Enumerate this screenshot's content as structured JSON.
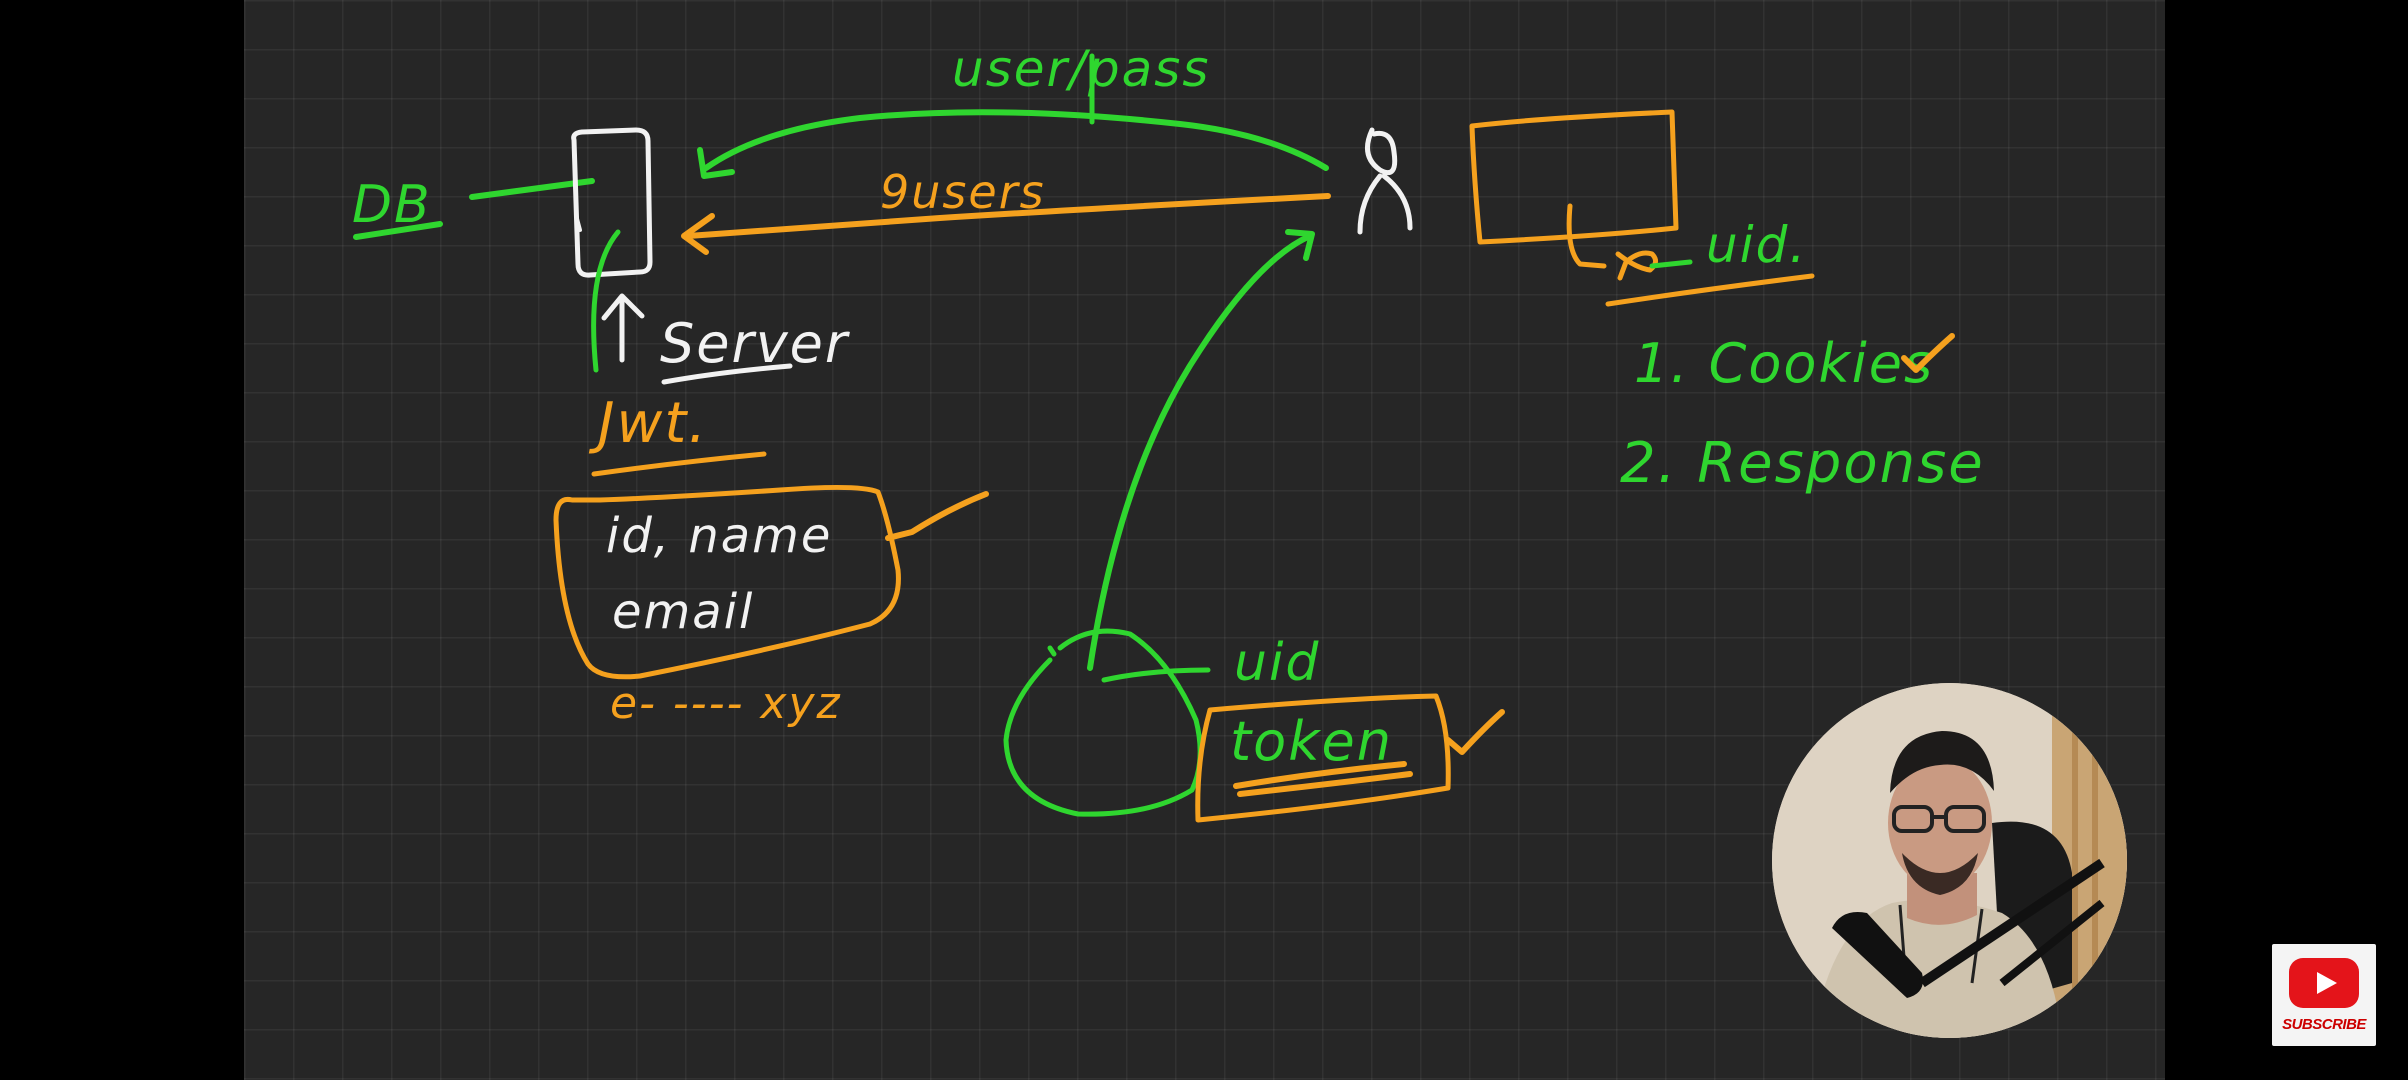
{
  "whiteboard": {
    "labels": {
      "db": "DB",
      "user_pass": "user/pass",
      "users": "9users",
      "server": "Server",
      "jwt": "Jwt.",
      "id_name": "id, name",
      "email": "email",
      "e_xyz": "e- ---- xyz",
      "uid_top": "uid.",
      "cookies": "1. Cookies",
      "response": "2. Response",
      "uid_bottom": "uid",
      "token": "token"
    },
    "colors": {
      "green": "#2fd62f",
      "orange": "#f5a11e",
      "white": "#f2f2f2",
      "background": "#262626"
    }
  },
  "overlay": {
    "subscribe_label": "SUBSCRIBE",
    "subscribe_icon": "youtube-play-icon",
    "webcam": "presenter-webcam"
  }
}
